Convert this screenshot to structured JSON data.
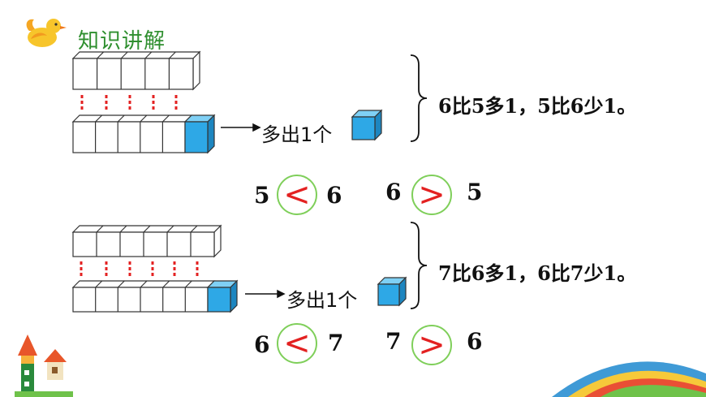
{
  "header": {
    "title": "知识讲解"
  },
  "section1": {
    "extra_label": "多出1个",
    "statement": "6比5多1，5比6少1。",
    "compare_left": {
      "a": "5",
      "op": "<",
      "b": "6"
    },
    "compare_right": {
      "a": "6",
      "op": ">",
      "b": "5"
    }
  },
  "section2": {
    "extra_label": "多出1个",
    "statement": "7比6多1，6比7少1。",
    "compare_left": {
      "a": "6",
      "op": "<",
      "b": "7"
    },
    "compare_right": {
      "a": "7",
      "op": ">",
      "b": "6"
    }
  },
  "colors": {
    "title": "#2f8f2f",
    "cube_fill": "#2ea8e6",
    "dots": "#e32121",
    "circle_border": "#7fcf5a",
    "symbol": "#e32121"
  }
}
